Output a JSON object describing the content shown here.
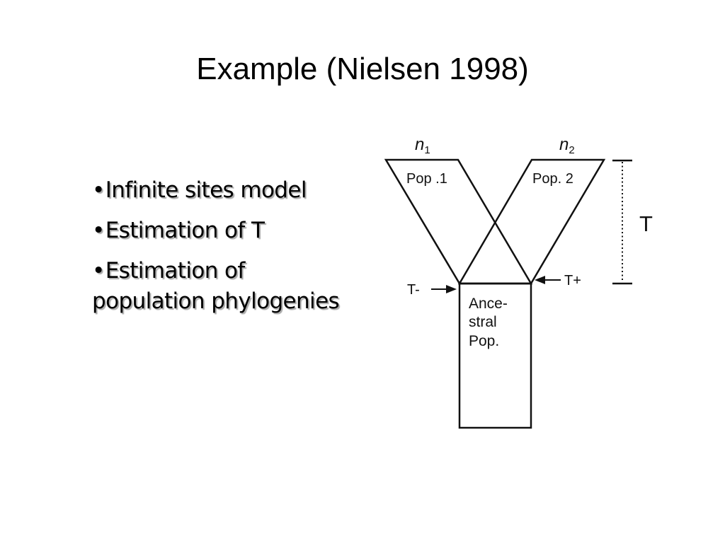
{
  "slide": {
    "title": "Example (Nielsen 1998)",
    "bullet_marker": "•",
    "bullets": [
      "Infinite sites model",
      "Estimation of T",
      "Estimation of population phylogenies"
    ]
  },
  "diagram": {
    "n1_label": "n",
    "n1_sub": "1",
    "n2_label": "n",
    "n2_sub": "2",
    "pop1_label": "Pop .1",
    "pop2_label": "Pop. 2",
    "time_label": "T",
    "t_minus_label": "T-",
    "t_plus_label": "T+",
    "ancestral_lines": [
      "Ance-",
      "stral",
      "Pop."
    ]
  }
}
